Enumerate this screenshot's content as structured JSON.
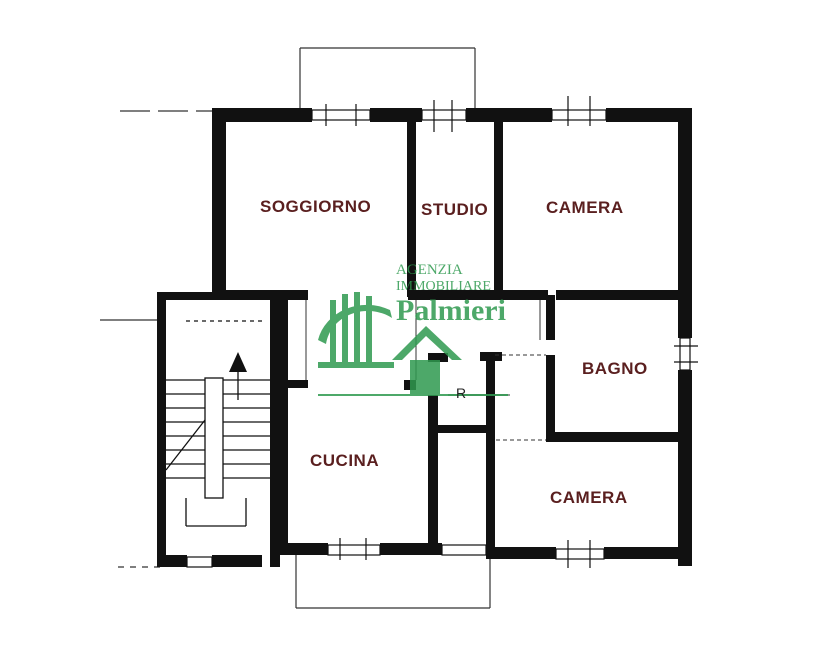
{
  "rooms": {
    "soggiorno": "SOGGIORNO",
    "studio": "STUDIO",
    "camera_top": "CAMERA",
    "bagno": "BAGNO",
    "cucina": "CUCINA",
    "camera_bottom": "CAMERA"
  },
  "marker": "R",
  "watermark": {
    "line1": "AGENZIA",
    "line2": "IMMOBILIARE",
    "brand": "Palmieri",
    "color": "#2f9a4f"
  },
  "colors": {
    "wall": "#111111",
    "label": "#5a1f1f"
  }
}
